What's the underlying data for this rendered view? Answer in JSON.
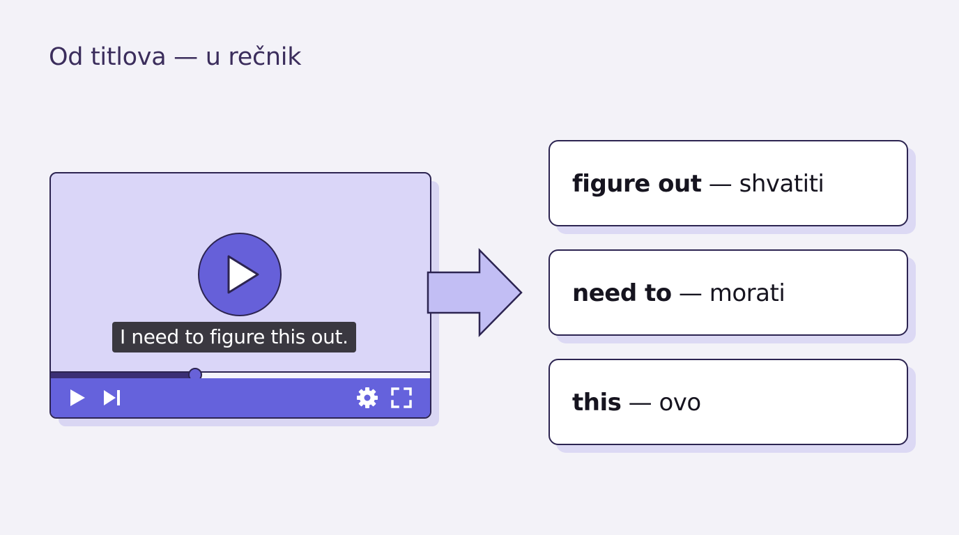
{
  "title": "Od titlova — u rečnik",
  "player": {
    "subtitle": "I need to figure this out.",
    "progress": 0.38,
    "icons": [
      "play-icon",
      "play-icon",
      "skip-next-icon",
      "gear-icon",
      "fullscreen-icon"
    ]
  },
  "colors": {
    "background": "#f3f2f8",
    "accent": "#6562dc",
    "player_background": "#dad6f8",
    "outline": "#2c2451"
  },
  "vocabulary": [
    {
      "term": "figure out",
      "separator": " — ",
      "translation": "shvatiti"
    },
    {
      "term": "need to",
      "separator": " — ",
      "translation": "morati"
    },
    {
      "term": "this",
      "separator": " — ",
      "translation": "ovo"
    }
  ]
}
